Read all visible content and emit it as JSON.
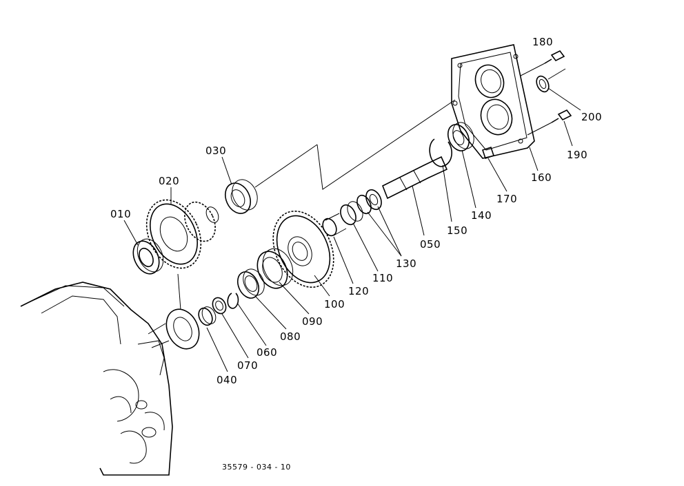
{
  "drawing_ref": "35579 - 034 - 10",
  "callouts": {
    "p010": "010",
    "p020": "020",
    "p030": "030",
    "p040": "040",
    "p050": "050",
    "p060": "060",
    "p070": "070",
    "p080": "080",
    "p090": "090",
    "p100": "100",
    "p110": "110",
    "p120": "120",
    "p130": "130",
    "p140": "140",
    "p150": "150",
    "p160": "160",
    "p170": "170",
    "p180": "180",
    "p190": "190",
    "p200": "200"
  }
}
